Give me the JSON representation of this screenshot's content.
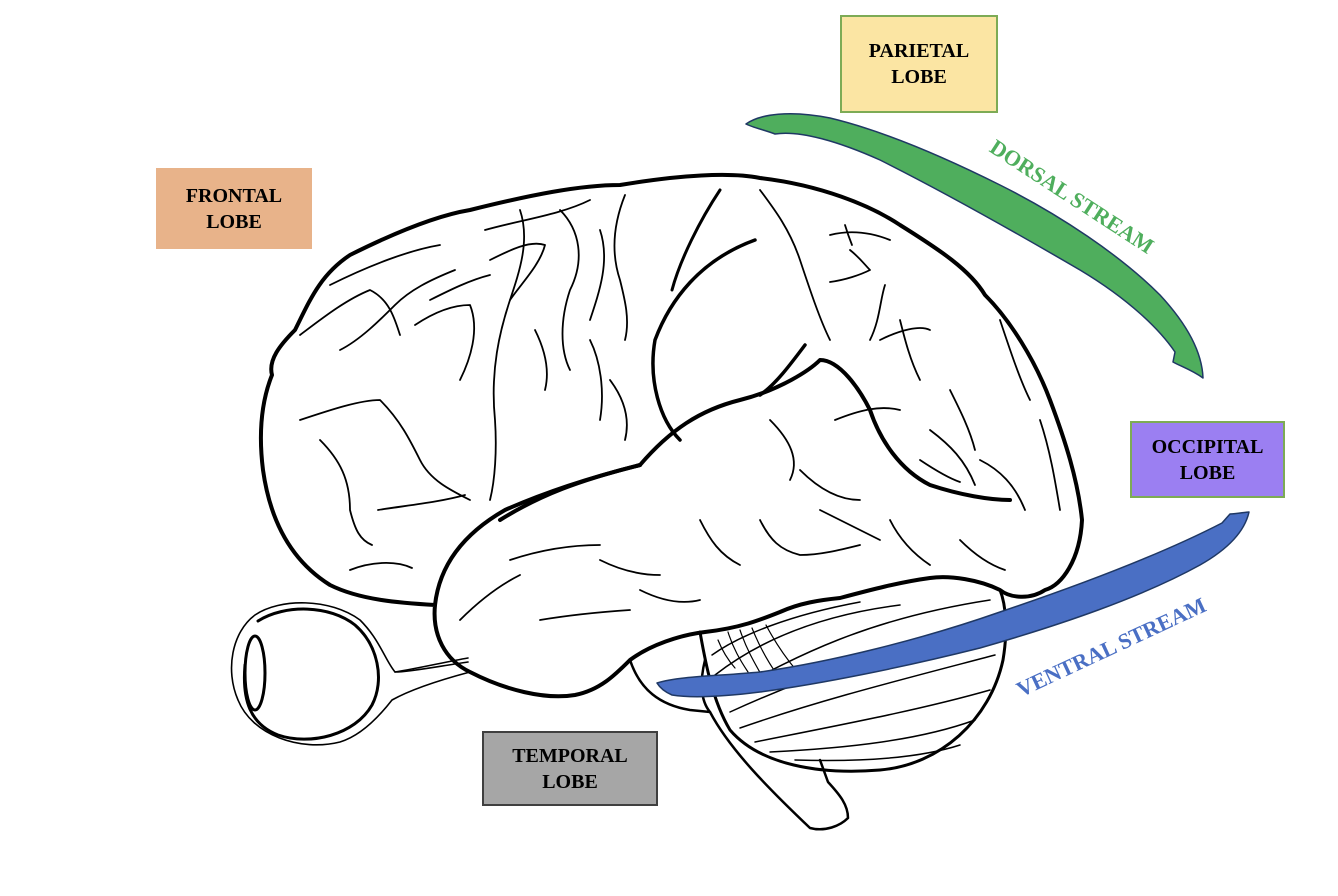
{
  "title": "Dorsal and ventral visual streams",
  "lobes": {
    "parietal": {
      "line1": "PARIETAL",
      "line2": "LOBE",
      "fill": "#fbe5a3",
      "border": "#7dab55"
    },
    "frontal": {
      "line1": "FRONTAL",
      "line2": "LOBE",
      "fill": "#e8b38a",
      "border": "none"
    },
    "occipital": {
      "line1": "OCCIPITAL",
      "line2": "LOBE",
      "fill": "#9b7ff2",
      "border": "#7dab55"
    },
    "temporal": {
      "line1": "TEMPORAL",
      "line2": "LOBE",
      "fill": "#a6a6a6",
      "border": "#3f3f3f"
    }
  },
  "streams": {
    "dorsal": {
      "label": "DORSAL STREAM",
      "color": "#4fae5d",
      "outline": "#1f3864"
    },
    "ventral": {
      "label": "VENTRAL STREAM",
      "color": "#4a6fc4",
      "outline": "#1f3864"
    }
  },
  "illustration": {
    "brain": "brain-lateral-view",
    "eye": "eyeball-with-optic-nerve",
    "cerebellum": "cerebellum",
    "brainstem": "brainstem"
  }
}
